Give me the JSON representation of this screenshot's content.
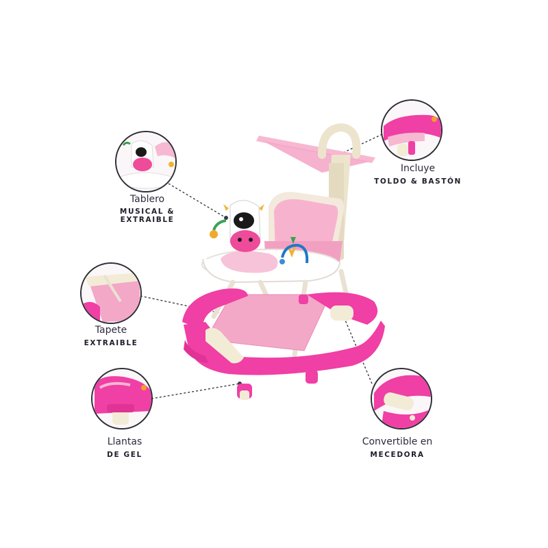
{
  "colors": {
    "brand_pink": "#f03fa5",
    "light_pink": "#f7b8d2",
    "cream": "#f2ecd6",
    "text_dark": "#1f1d2b",
    "leader_line": "#3a3a44"
  },
  "features": {
    "toldo": {
      "title": "Incluye",
      "subtitle": "TOLDO & BASTÓN"
    },
    "tablero": {
      "title": "Tablero",
      "subtitle_line1": "MUSICAL &",
      "subtitle_line2": "EXTRAIBLE"
    },
    "tapete": {
      "title": "Tapete",
      "subtitle": "EXTRAIBLE"
    },
    "llantas": {
      "title": "Llantas",
      "subtitle": "DE GEL"
    },
    "mecedora": {
      "title": "Convertible en",
      "subtitle": "MECEDORA"
    }
  }
}
